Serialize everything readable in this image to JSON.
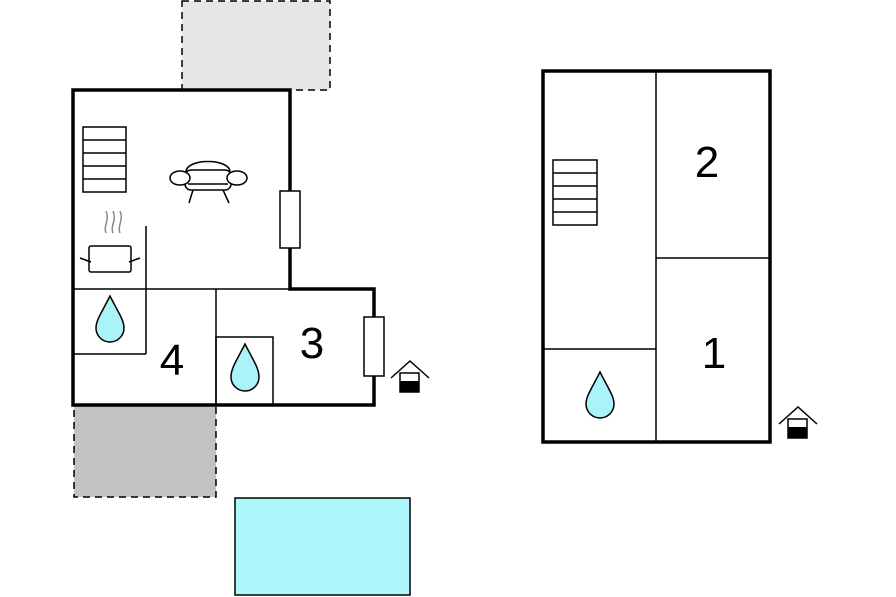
{
  "colors": {
    "wall": "#000000",
    "terrace_light": "#e6e6e6",
    "terrace_dark": "#c2c2c2",
    "pool": "#aef7fa",
    "water": "#aaf3f8"
  },
  "rooms": {
    "left_building": {
      "bedroom_4": "4",
      "bedroom_3": "3"
    },
    "right_building": {
      "bedroom_2": "2",
      "bedroom_1": "1"
    }
  },
  "icons": [
    "stairs-icon",
    "sofa-icon",
    "cooking-pot-icon",
    "water-drop-icon",
    "entrance-icon",
    "window-icon"
  ]
}
